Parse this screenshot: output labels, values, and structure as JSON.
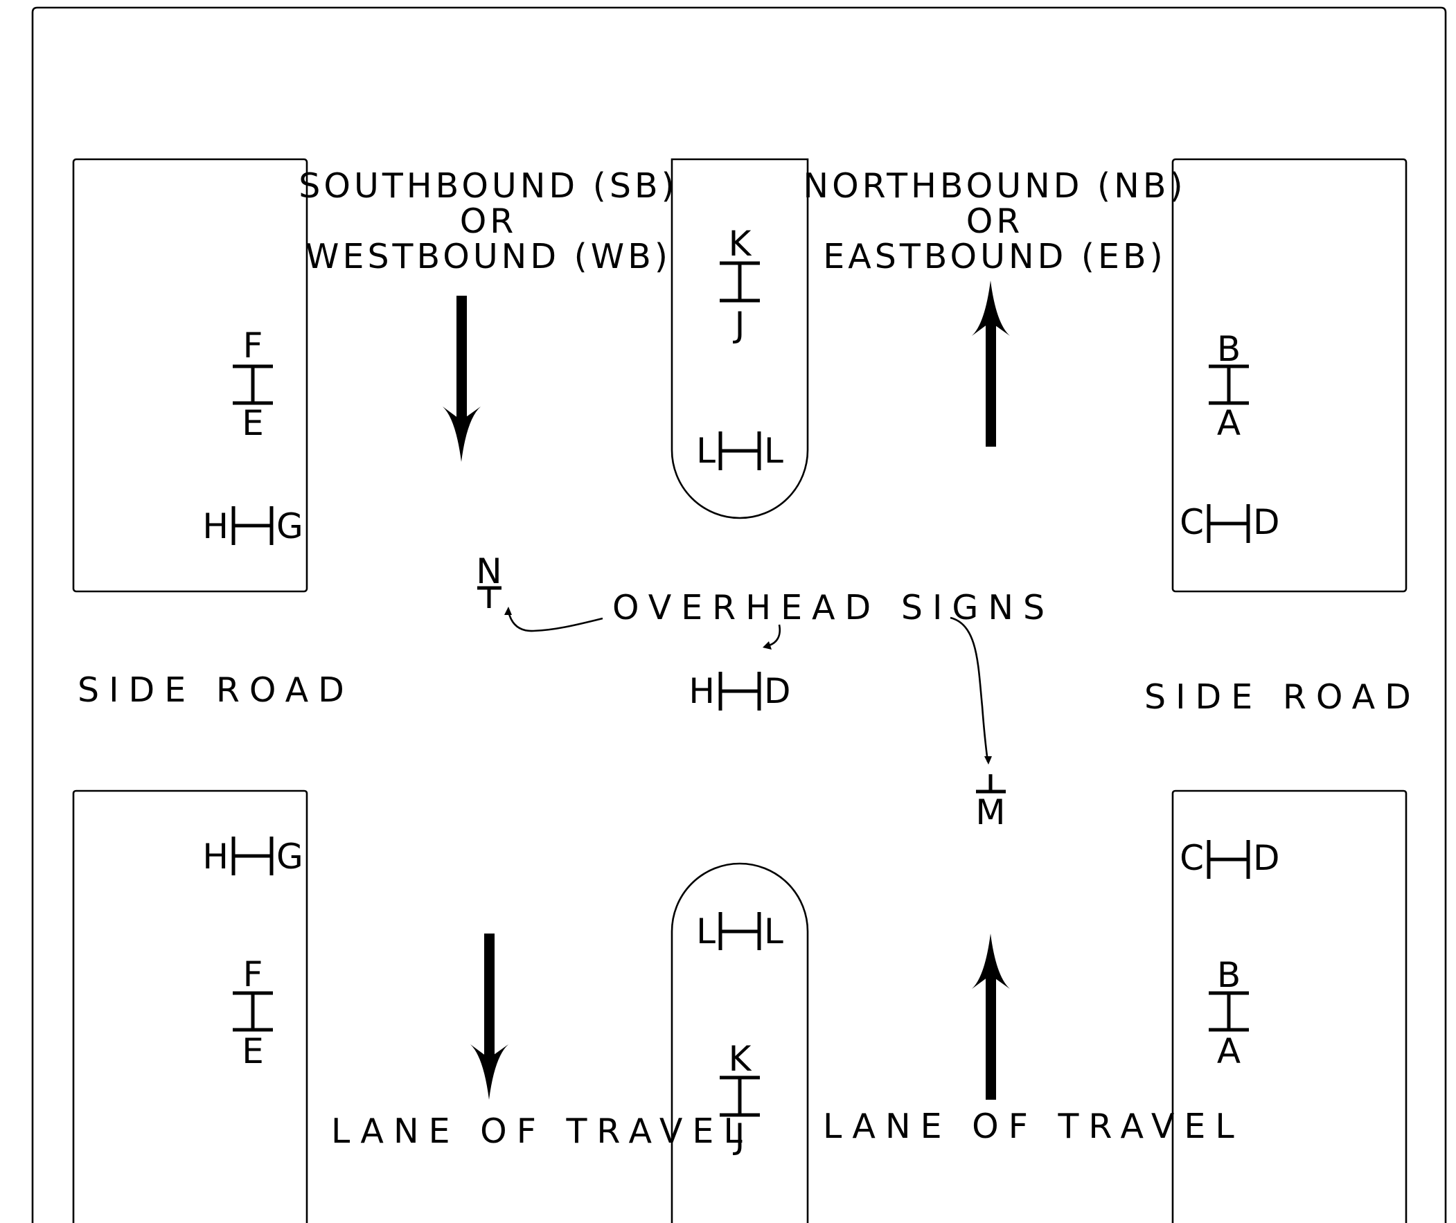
{
  "headings": {
    "southbound": [
      "SOUTHBOUND (SB)",
      "OR",
      "WESTBOUND (WB)"
    ],
    "northbound": [
      "NORTHBOUND (NB)",
      "OR",
      "EASTBOUND (EB)"
    ]
  },
  "side_road_left": "SIDE ROAD",
  "side_road_right": "SIDE ROAD",
  "lane_left": "LANE OF TRAVEL",
  "lane_right": "LANE OF TRAVEL",
  "overhead_label": "OVERHEAD SIGNS",
  "signs": {
    "f": "F",
    "e": "E",
    "h": "H",
    "g": "G",
    "k": "K",
    "j": "J",
    "l": "L",
    "b": "B",
    "a": "A",
    "c": "C",
    "d": "D",
    "n": "N",
    "m": "M"
  }
}
